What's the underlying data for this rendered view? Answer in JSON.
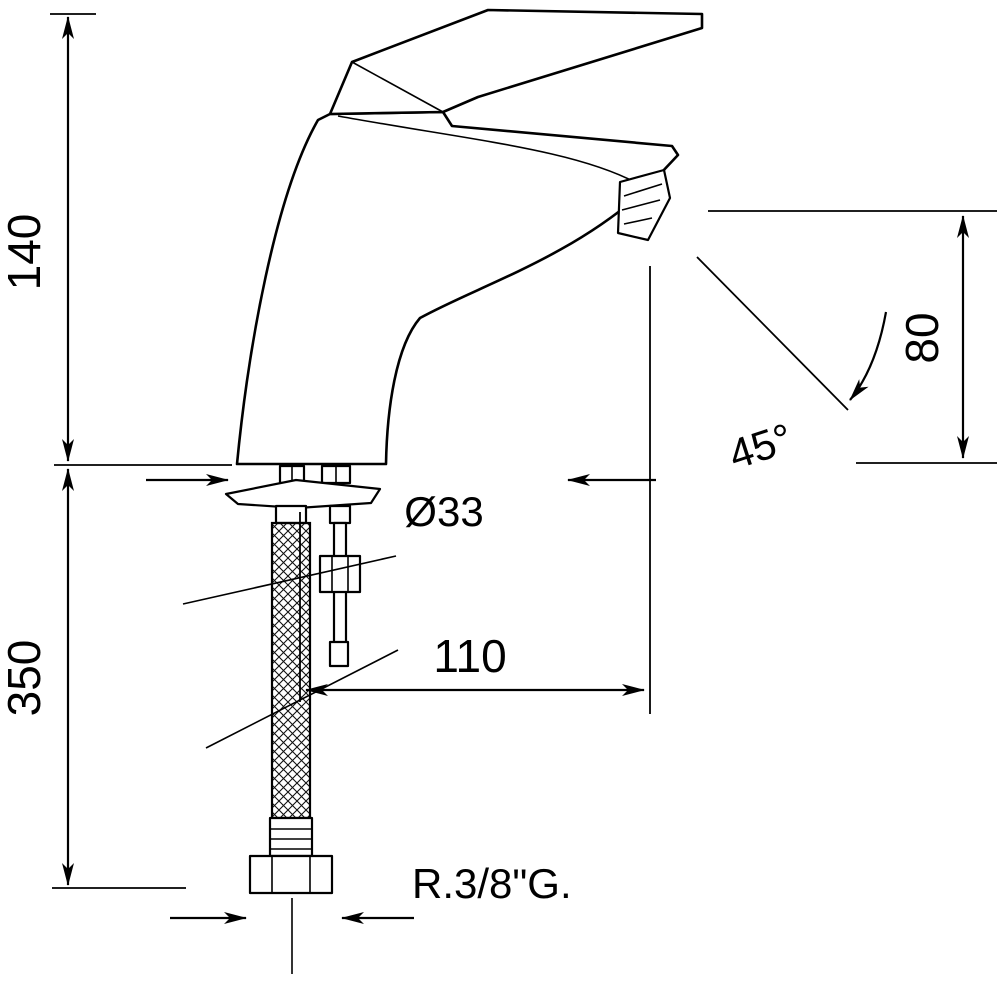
{
  "labels": {
    "height": "140",
    "hose_length": "350",
    "hole_diameter": "Ø33",
    "spout_reach": "110",
    "spout_height": "80",
    "spout_angle": "45°",
    "thread_size": "R.3/8\"G."
  }
}
